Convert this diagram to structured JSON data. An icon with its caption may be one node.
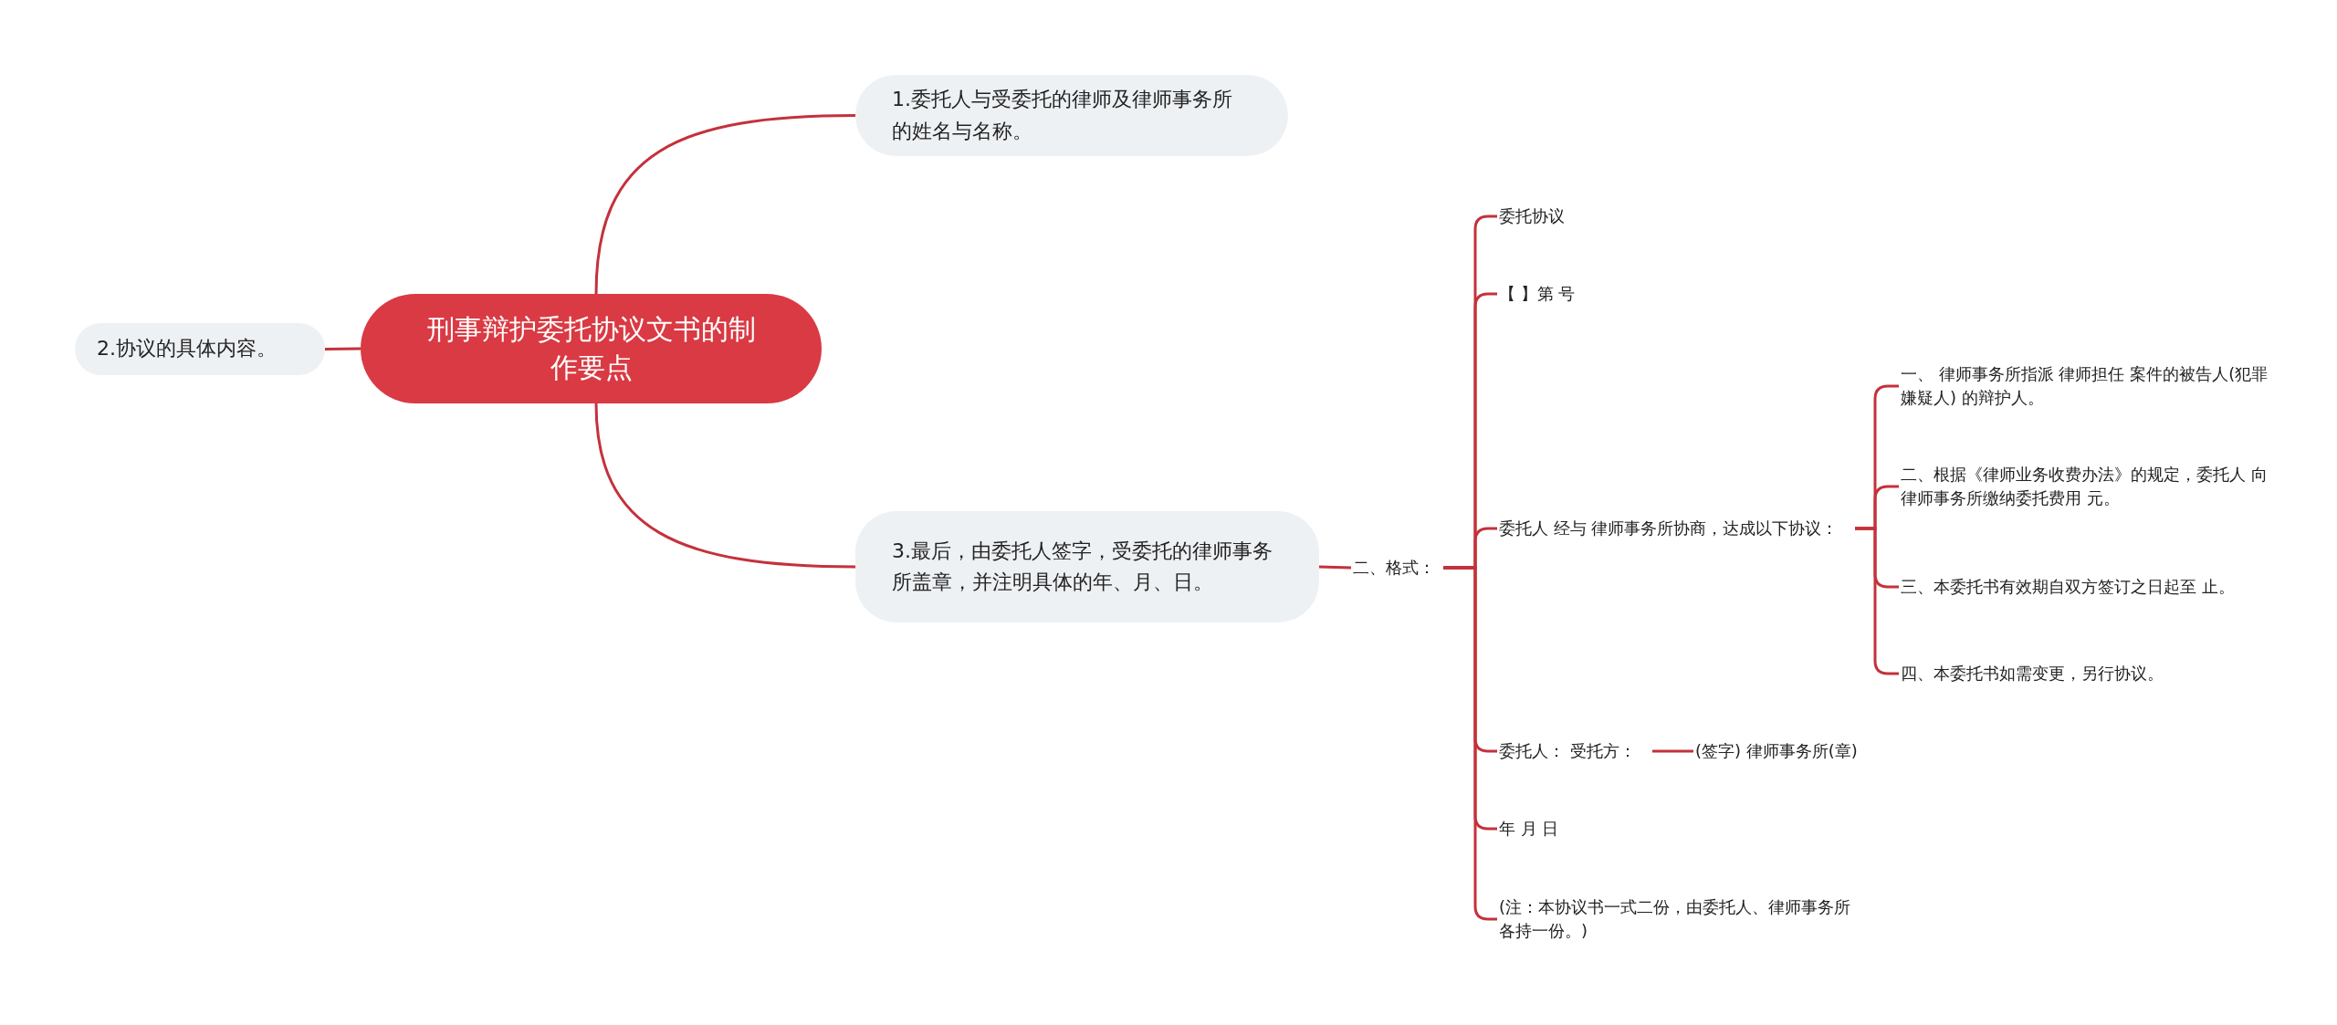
{
  "diagram": {
    "nodes": [
      {
        "text": [
          "刑事辩护委托协议文书的制作要点"
        ]
      },
      {
        "text": [
          "1.委托人与受委托的律师及律师事务所的姓名与名称。"
        ]
      },
      {
        "text": [
          "2.协议的具体内容。"
        ]
      },
      {
        "text": [
          "3.最后，由委托人签字，受委托的律师事务所盖章，并注明具体的年、月、日。"
        ]
      },
      {
        "text": [
          "二、格式："
        ]
      },
      {
        "text": [
          "委托协议"
        ]
      },
      {
        "text": [
          "【 】第 号"
        ]
      },
      {
        "text": [
          "委托人 经与 律师事务所协商，达成以下协议："
        ]
      },
      {
        "text": [
          "一、 律师事务所指派 律师担任 案件的被告人(犯罪嫌疑人) 的辩护人。"
        ]
      },
      {
        "text": [
          "二、根据《律师业务收费办法》的规定，委托人 向律师事务所缴纳委托费用 元。"
        ]
      },
      {
        "text": [
          "三、本委托书有效期自双方签订之日起至 止。"
        ]
      },
      {
        "text": [
          "四、本委托书如需变更，另行协议。"
        ]
      },
      {
        "text": [
          "委托人： 受托方："
        ]
      },
      {
        "text": [
          "(签字) 律师事务所(章)"
        ]
      },
      {
        "text": [
          "年 月 日"
        ]
      },
      {
        "text": [
          "(注：本协议书一式二份，由委托人、律师事务所各持一份。)"
        ]
      }
    ],
    "edges": [
      {
        "from": 0,
        "to": 1,
        "arrow": "none"
      },
      {
        "from": 0,
        "to": 2,
        "arrow": "none"
      },
      {
        "from": 0,
        "to": 3,
        "arrow": "none"
      },
      {
        "from": 3,
        "to": 4,
        "arrow": "none"
      },
      {
        "from": 4,
        "to": 5,
        "arrow": "none"
      },
      {
        "from": 4,
        "to": 6,
        "arrow": "none"
      },
      {
        "from": 4,
        "to": 7,
        "arrow": "none"
      },
      {
        "from": 4,
        "to": 12,
        "arrow": "none"
      },
      {
        "from": 4,
        "to": 14,
        "arrow": "none"
      },
      {
        "from": 4,
        "to": 15,
        "arrow": "none"
      },
      {
        "from": 7,
        "to": 8,
        "arrow": "none"
      },
      {
        "from": 7,
        "to": 9,
        "arrow": "none"
      },
      {
        "from": 7,
        "to": 10,
        "arrow": "none"
      },
      {
        "from": 7,
        "to": 11,
        "arrow": "none"
      },
      {
        "from": 12,
        "to": 13,
        "arrow": "none"
      }
    ]
  }
}
